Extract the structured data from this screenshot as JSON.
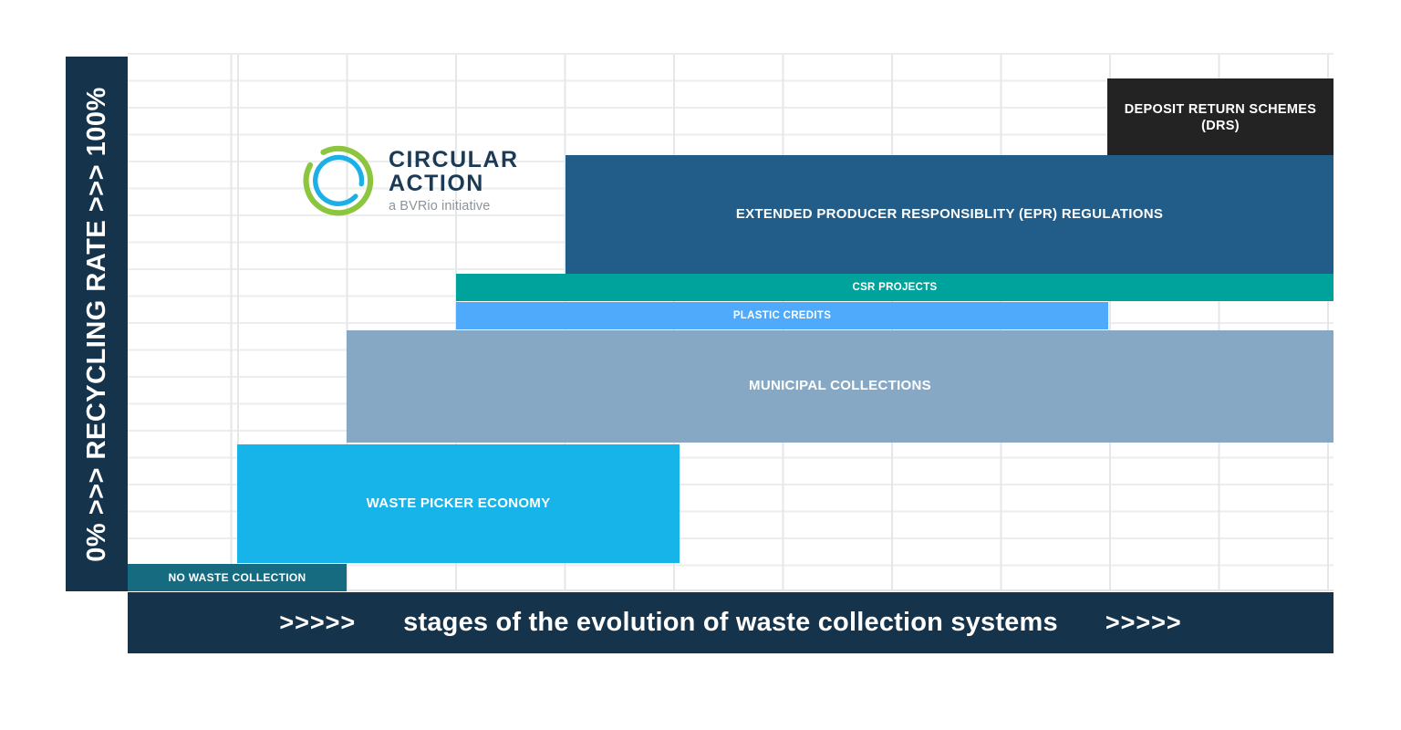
{
  "y_axis": {
    "min_label": "0%",
    "max_label": "100%",
    "title": "RECYCLING RATE",
    "arrows": ">>>",
    "full_label": "0%   >>>   RECYCLING RATE   >>>   100%"
  },
  "x_axis": {
    "title": "stages of the evolution of waste collection systems",
    "left_chevrons": ">>>>>",
    "right_chevrons": ">>>>>"
  },
  "logo": {
    "line1": "CIRCULAR",
    "line2": "ACTION",
    "tagline": "a BVRio initiative",
    "ring_outer_color": "#8cc63e",
    "ring_inner_color": "#1cb0e6",
    "text_color": "#1b3a56"
  },
  "chart_data": {
    "type": "bar",
    "title": "Stages of the evolution of waste collection systems",
    "xlabel": ">>>>> stages of the evolution of waste collection systems >>>>>",
    "ylabel": "0% >>> RECYCLING RATE >>> 100%",
    "ylim": [
      0,
      100
    ],
    "grid": true,
    "legend": "none",
    "orientation": "horizontal-stacked-stages",
    "bars": [
      {
        "label": "DEPOSIT RETURN SCHEMES (DRS)",
        "label_line1": "DEPOSIT RETURN SCHEMES",
        "label_line2": "(DRS)",
        "color": "#232323",
        "x_start_stage": 9,
        "x_end_stage": 11,
        "y_low": 81,
        "y_high": 95
      },
      {
        "label": "EXTENDED PRODUCER RESPONSIBLITY (EPR) REGULATIONS",
        "color": "#215d88",
        "x_start_stage": 4,
        "x_end_stage": 11,
        "y_low": 59,
        "y_high": 81
      },
      {
        "label": "CSR PROJECTS",
        "color": "#00a39b",
        "x_start_stage": 3,
        "x_end_stage": 11,
        "y_low": 54,
        "y_high": 59
      },
      {
        "label": "PLASTIC CREDITS",
        "color": "#4faafc",
        "x_start_stage": 3,
        "x_end_stage": 9,
        "y_low": 49,
        "y_high": 54
      },
      {
        "label": "MUNICIPAL COLLECTIONS",
        "color": "#86a8c4",
        "x_start_stage": 2,
        "x_end_stage": 11,
        "y_low": 28,
        "y_high": 49
      },
      {
        "label": "WASTE PICKER ECONOMY",
        "color": "#17b4e9",
        "x_start_stage": 1,
        "x_end_stage": 5,
        "y_low": 6,
        "y_high": 28
      },
      {
        "label": "NO WASTE COLLECTION",
        "color": "#176b80",
        "x_start_stage": 0,
        "x_end_stage": 2,
        "y_low": 1,
        "y_high": 6
      }
    ]
  },
  "colors": {
    "axis_background": "#15334b",
    "grid_line": "#ebecec",
    "plot_background": "#ffffff",
    "page_background": "#ffffff"
  }
}
